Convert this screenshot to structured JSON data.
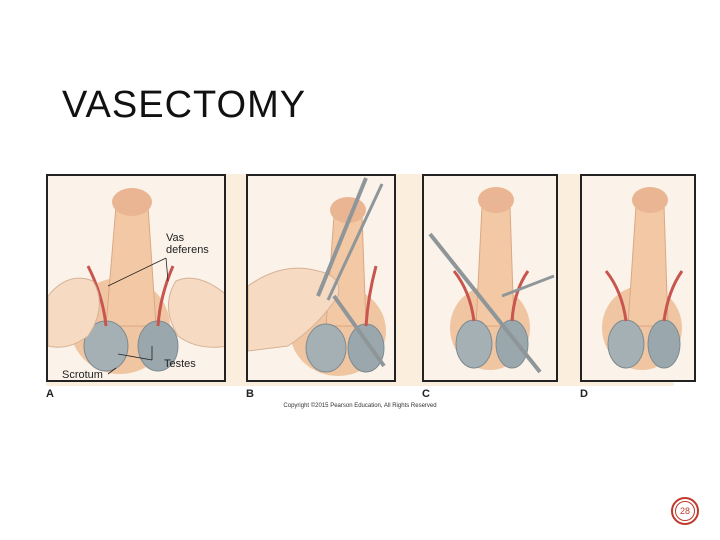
{
  "slide": {
    "title": "VASECTOMY",
    "page_number": "28"
  },
  "figure": {
    "panels": [
      {
        "letter": "A"
      },
      {
        "letter": "B"
      },
      {
        "letter": "C"
      },
      {
        "letter": "D"
      }
    ],
    "labels": {
      "vas_line1": "Vas",
      "vas_line2": "deferens",
      "testes": "Testes",
      "scrotum": "Scrotum"
    },
    "copyright": "Copyright ©2015 Pearson Education, All Rights Reserved"
  },
  "colors": {
    "skin": "#f2c9a4",
    "skin_shade": "#e3a97f",
    "vas": "#c8554e",
    "testis": "#9aa8ad",
    "instrument": "#8f9699",
    "accent": "#c0392b"
  }
}
